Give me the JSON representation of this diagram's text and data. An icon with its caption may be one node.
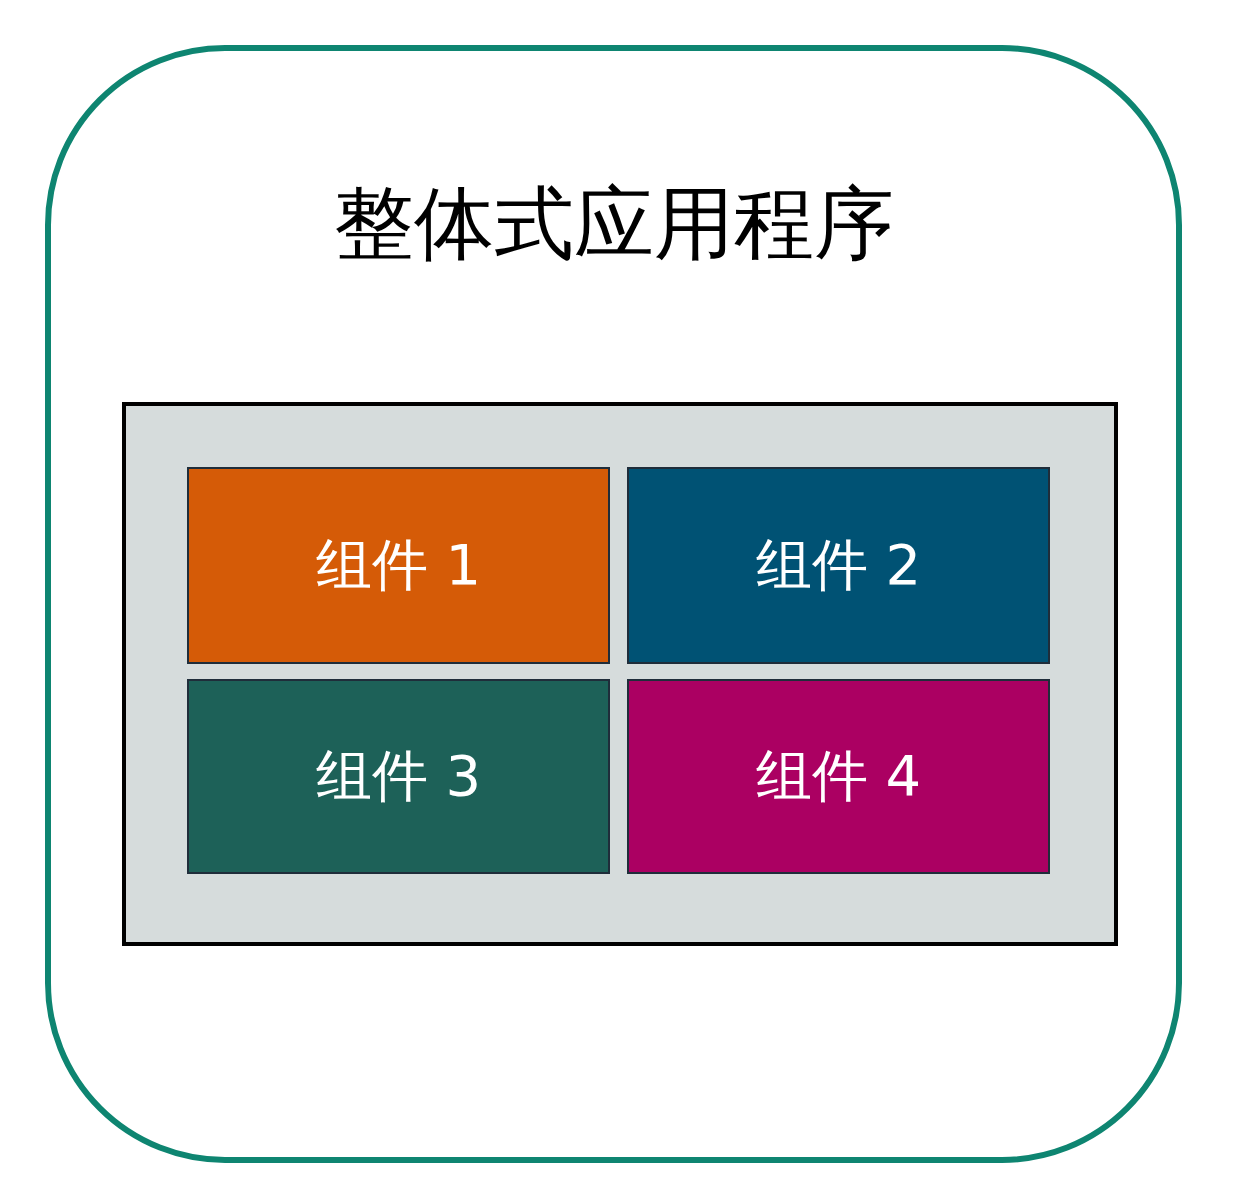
{
  "diagram": {
    "nodes": [
      {
        "text": [
          "整体式应用程序"
        ]
      },
      {
        "text": [],
        "shape": "box",
        "in": 0
      },
      {
        "text": [
          "组件 1"
        ],
        "in": 1
      },
      {
        "text": [
          "组件 2"
        ],
        "in": 1
      },
      {
        "text": [
          "组件 3"
        ],
        "in": 1
      },
      {
        "text": [
          "组件 4"
        ],
        "in": 1
      }
    ]
  }
}
